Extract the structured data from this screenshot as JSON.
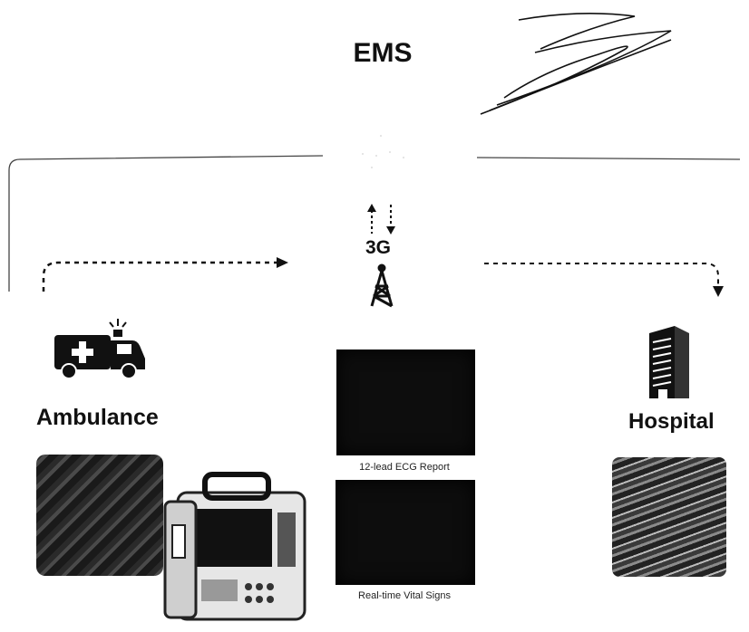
{
  "diagram": {
    "title": "EMS",
    "network_label": "3G",
    "left_node": "Ambulance",
    "right_node": "Hospital",
    "captions": {
      "ecg": "12-lead ECG Report",
      "vitals": "Real-time Vital Signs"
    }
  },
  "icons": {
    "ambulance": "ambulance-icon",
    "tower": "cell-tower-icon",
    "hospital": "hospital-building-icon",
    "signature": "handwritten-signature"
  }
}
